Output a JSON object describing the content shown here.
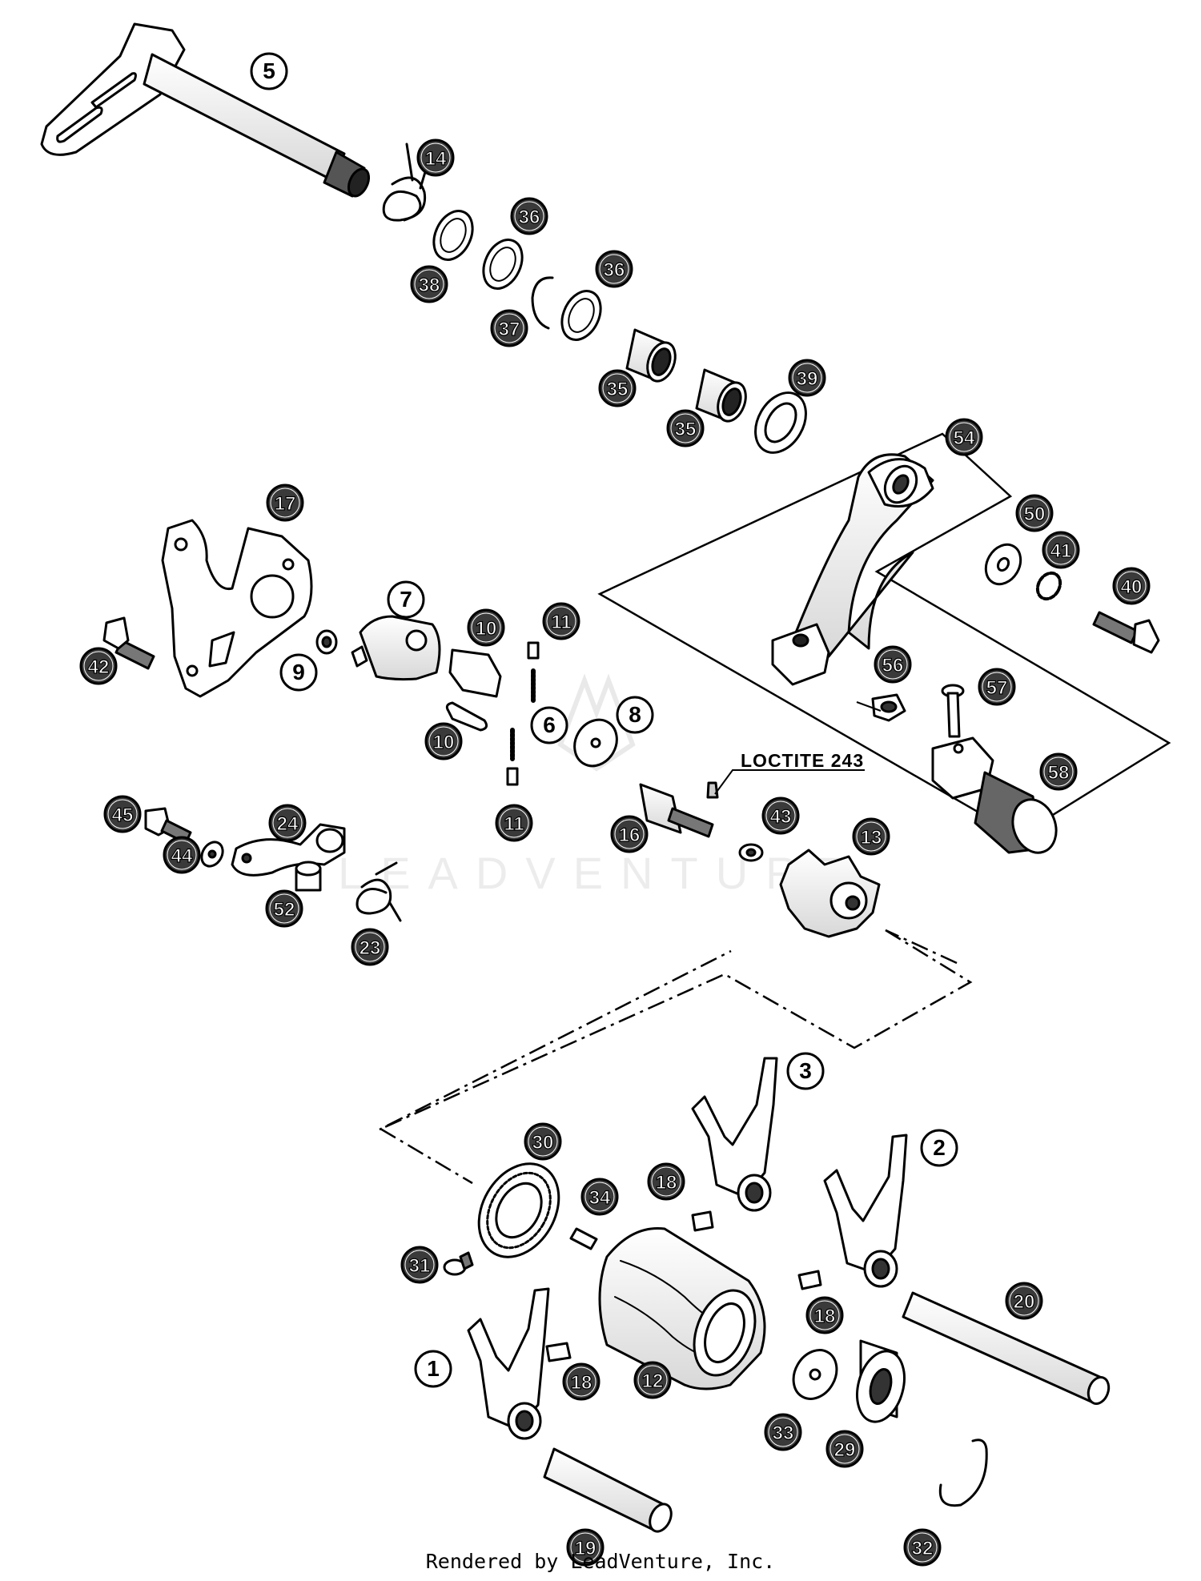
{
  "diagram": {
    "watermark": "LEADVENTURE",
    "callout_note": "LOCTITE 243",
    "footer": "Rendered by LeadVenture, Inc.",
    "callouts": [
      {
        "id": "c5",
        "label": "5",
        "style": "hollow"
      },
      {
        "id": "c14",
        "label": "14",
        "style": "dark"
      },
      {
        "id": "c36a",
        "label": "36",
        "style": "dark"
      },
      {
        "id": "c38",
        "label": "38",
        "style": "dark"
      },
      {
        "id": "c36b",
        "label": "36",
        "style": "dark"
      },
      {
        "id": "c37",
        "label": "37",
        "style": "dark"
      },
      {
        "id": "c35a",
        "label": "35",
        "style": "dark"
      },
      {
        "id": "c35b",
        "label": "35",
        "style": "dark"
      },
      {
        "id": "c39",
        "label": "39",
        "style": "dark"
      },
      {
        "id": "c54",
        "label": "54",
        "style": "dark"
      },
      {
        "id": "c17",
        "label": "17",
        "style": "dark"
      },
      {
        "id": "c50",
        "label": "50",
        "style": "dark"
      },
      {
        "id": "c41",
        "label": "41",
        "style": "dark"
      },
      {
        "id": "c40",
        "label": "40",
        "style": "dark"
      },
      {
        "id": "c7",
        "label": "7",
        "style": "hollow"
      },
      {
        "id": "c11a",
        "label": "11",
        "style": "dark"
      },
      {
        "id": "c10a",
        "label": "10",
        "style": "dark"
      },
      {
        "id": "c42",
        "label": "42",
        "style": "dark"
      },
      {
        "id": "c9",
        "label": "9",
        "style": "hollow"
      },
      {
        "id": "c56",
        "label": "56",
        "style": "dark"
      },
      {
        "id": "c57",
        "label": "57",
        "style": "dark"
      },
      {
        "id": "c8",
        "label": "8",
        "style": "hollow"
      },
      {
        "id": "c6",
        "label": "6",
        "style": "hollow"
      },
      {
        "id": "c10b",
        "label": "10",
        "style": "dark"
      },
      {
        "id": "c58",
        "label": "58",
        "style": "dark"
      },
      {
        "id": "c45",
        "label": "45",
        "style": "dark"
      },
      {
        "id": "c24",
        "label": "24",
        "style": "dark"
      },
      {
        "id": "c43",
        "label": "43",
        "style": "dark"
      },
      {
        "id": "c13",
        "label": "13",
        "style": "dark"
      },
      {
        "id": "c44",
        "label": "44",
        "style": "dark"
      },
      {
        "id": "c16",
        "label": "16",
        "style": "dark"
      },
      {
        "id": "c11b",
        "label": "11",
        "style": "dark"
      },
      {
        "id": "c52",
        "label": "52",
        "style": "dark"
      },
      {
        "id": "c23",
        "label": "23",
        "style": "dark"
      },
      {
        "id": "c3",
        "label": "3",
        "style": "hollow"
      },
      {
        "id": "c30",
        "label": "30",
        "style": "dark"
      },
      {
        "id": "c2",
        "label": "2",
        "style": "hollow"
      },
      {
        "id": "c18a",
        "label": "18",
        "style": "dark"
      },
      {
        "id": "c34",
        "label": "34",
        "style": "dark"
      },
      {
        "id": "c31",
        "label": "31",
        "style": "dark"
      },
      {
        "id": "c20",
        "label": "20",
        "style": "dark"
      },
      {
        "id": "c18b",
        "label": "18",
        "style": "dark"
      },
      {
        "id": "c1",
        "label": "1",
        "style": "hollow"
      },
      {
        "id": "c18c",
        "label": "18",
        "style": "dark"
      },
      {
        "id": "c12",
        "label": "12",
        "style": "dark"
      },
      {
        "id": "c33",
        "label": "33",
        "style": "dark"
      },
      {
        "id": "c29",
        "label": "29",
        "style": "dark"
      },
      {
        "id": "c19",
        "label": "19",
        "style": "dark"
      },
      {
        "id": "c32",
        "label": "32",
        "style": "dark"
      }
    ]
  }
}
